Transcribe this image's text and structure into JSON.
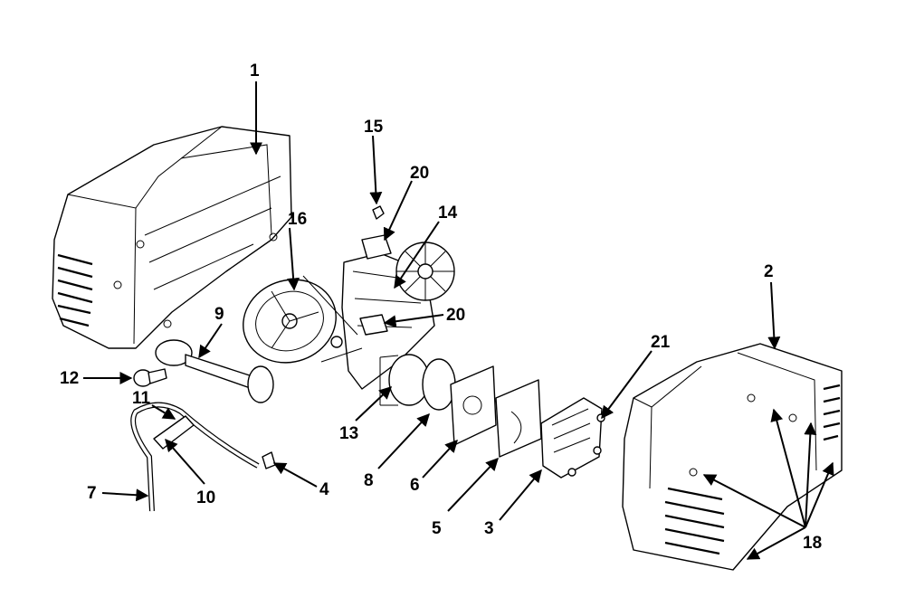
{
  "diagram": {
    "callouts": [
      {
        "id": "1",
        "text": "1"
      },
      {
        "id": "2",
        "text": "2"
      },
      {
        "id": "3",
        "text": "3"
      },
      {
        "id": "4",
        "text": "4"
      },
      {
        "id": "5",
        "text": "5"
      },
      {
        "id": "6",
        "text": "6"
      },
      {
        "id": "7",
        "text": "7"
      },
      {
        "id": "8",
        "text": "8"
      },
      {
        "id": "9",
        "text": "9"
      },
      {
        "id": "10",
        "text": "10"
      },
      {
        "id": "11",
        "text": "11"
      },
      {
        "id": "12",
        "text": "12"
      },
      {
        "id": "13",
        "text": "13"
      },
      {
        "id": "14",
        "text": "14"
      },
      {
        "id": "15",
        "text": "15"
      },
      {
        "id": "16",
        "text": "16"
      },
      {
        "id": "20a",
        "text": "20"
      },
      {
        "id": "20b",
        "text": "20"
      },
      {
        "id": "21",
        "text": "21"
      },
      {
        "id": "18",
        "text": "18"
      }
    ]
  }
}
